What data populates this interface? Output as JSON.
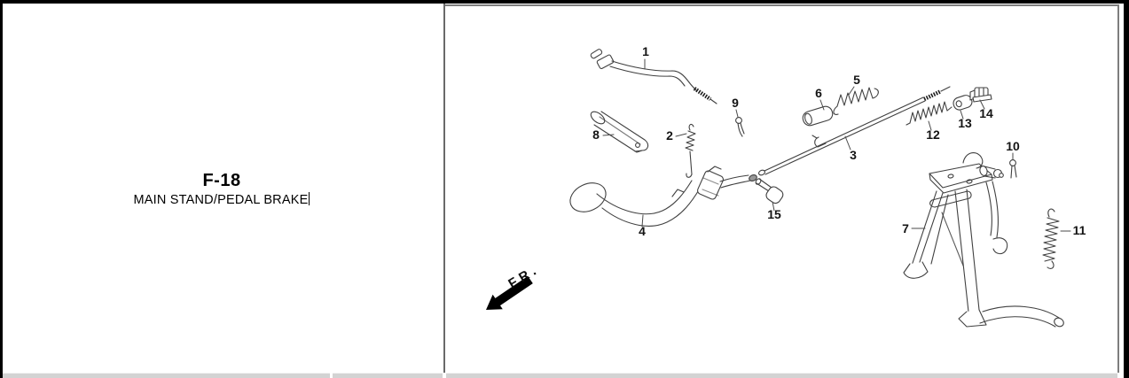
{
  "page": {
    "code": "F-18",
    "title": "MAIN STAND/PEDAL BRAKE"
  },
  "diagram": {
    "direction_label": "FR.",
    "parts": [
      {
        "number": "1",
        "label": [
          728,
          63
        ],
        "leader": [
          [
            727,
            67
          ],
          [
            727,
            78
          ]
        ]
      },
      {
        "number": "2",
        "label": [
          755,
          158
        ],
        "leader": [
          [
            762,
            154
          ],
          [
            774,
            151
          ]
        ]
      },
      {
        "number": "3",
        "label": [
          962,
          180
        ],
        "leader": [
          [
            959,
            169
          ],
          [
            953,
            154
          ]
        ]
      },
      {
        "number": "4",
        "label": [
          724,
          266
        ],
        "leader": [
          [
            724,
            256
          ],
          [
            725,
            243
          ]
        ]
      },
      {
        "number": "5",
        "label": [
          966,
          95
        ],
        "leader": [
          [
            963,
            98
          ],
          [
            957,
            107
          ]
        ]
      },
      {
        "number": "6",
        "label": [
          923,
          110
        ],
        "leader": [
          [
            925,
            113
          ],
          [
            929,
            124
          ]
        ]
      },
      {
        "number": "7",
        "label": [
          1021,
          263
        ],
        "leader": [
          [
            1028,
            258
          ],
          [
            1043,
            258
          ]
        ]
      },
      {
        "number": "8",
        "label": [
          672,
          157
        ],
        "leader": [
          [
            680,
            153
          ],
          [
            692,
            152
          ]
        ]
      },
      {
        "number": "9",
        "label": [
          829,
          121
        ],
        "leader": [
          [
            830,
            124
          ],
          [
            832,
            132
          ]
        ]
      },
      {
        "number": "10",
        "label": [
          1142,
          170
        ],
        "leader": [
          [
            1142,
            173
          ],
          [
            1142,
            180
          ]
        ]
      },
      {
        "number": "11",
        "label": [
          1217,
          265
        ],
        "leader": [
          [
            1207,
            261
          ],
          [
            1196,
            261
          ]
        ]
      },
      {
        "number": "12",
        "label": [
          1052,
          157
        ],
        "leader": [
          [
            1050,
            147
          ],
          [
            1047,
            137
          ]
        ]
      },
      {
        "number": "13",
        "label": [
          1088,
          144
        ],
        "leader": [
          [
            1086,
            134
          ],
          [
            1083,
            125
          ]
        ]
      },
      {
        "number": "14",
        "label": [
          1112,
          133
        ],
        "leader": [
          [
            1110,
            123
          ],
          [
            1105,
            113
          ]
        ]
      },
      {
        "number": "15",
        "label": [
          873,
          247
        ],
        "leader": [
          [
            873,
            238
          ],
          [
            871,
            228
          ]
        ]
      }
    ]
  },
  "colors": {
    "window_border": "#000000",
    "panel_divider": "#6a6a6a",
    "diagram_border": "#7e7e7e",
    "line_art": "#404040",
    "scrollbar": "#d3d3d3",
    "text": "#000000"
  }
}
